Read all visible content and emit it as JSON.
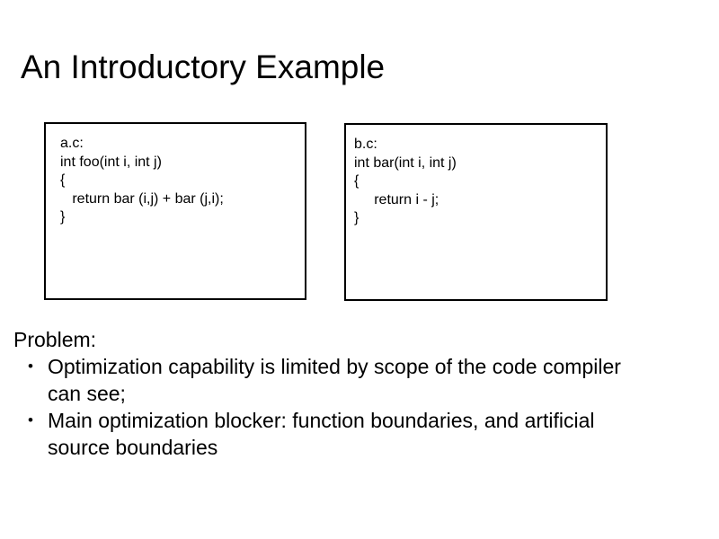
{
  "title": "An Introductory Example",
  "code_boxes": [
    {
      "name": "a.c",
      "code": "a.c:\nint foo(int i, int j)\n{\n   return bar (i,j) + bar (j,i);\n}"
    },
    {
      "name": "b.c",
      "code": "b.c:\nint bar(int i, int j)\n{\n     return i - j;\n}"
    }
  ],
  "problem": {
    "label": "Problem:",
    "bullets": [
      {
        "marker": "•",
        "lines": [
          "Optimization capability is limited by scope of the code compiler",
          "can see;"
        ]
      },
      {
        "marker": "•",
        "lines": [
          "Main optimization blocker: function boundaries, and artificial",
          "source boundaries"
        ]
      }
    ]
  },
  "colors": {
    "background": "#ffffff",
    "text": "#000000",
    "box_border": "#000000"
  }
}
